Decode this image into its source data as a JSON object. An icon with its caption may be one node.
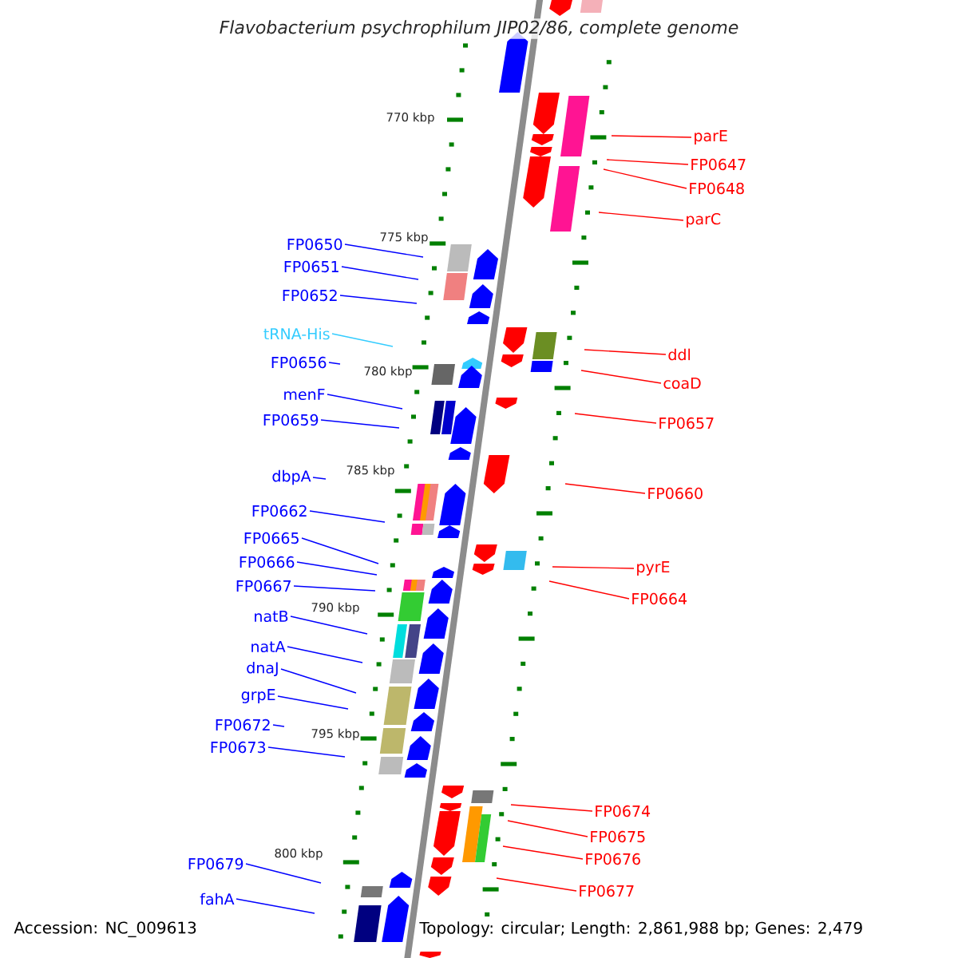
{
  "diagram": {
    "title": "Flavobacterium psychrophilum JIP02/86, complete genome",
    "nodes": [
      {
        "text": [
          "parE"
        ]
      },
      {
        "text": [
          "FP0647"
        ]
      },
      {
        "text": [
          "FP0648"
        ]
      },
      {
        "text": [
          "parC"
        ]
      },
      {
        "text": [
          "FP0650"
        ]
      },
      {
        "text": [
          "FP0651"
        ]
      },
      {
        "text": [
          "FP0652"
        ]
      },
      {
        "text": [
          "tRNA-His"
        ]
      },
      {
        "text": [
          "ddl"
        ]
      },
      {
        "text": [
          "FP0656"
        ]
      },
      {
        "text": [
          "coaD"
        ]
      },
      {
        "text": [
          "menF"
        ]
      },
      {
        "text": [
          "FP0659"
        ]
      },
      {
        "text": [
          "FP0657"
        ]
      },
      {
        "text": [
          "dbpA"
        ]
      },
      {
        "text": [
          "FP0660"
        ]
      },
      {
        "text": [
          "FP0662"
        ]
      },
      {
        "text": [
          "FP0665"
        ]
      },
      {
        "text": [
          "FP0666"
        ]
      },
      {
        "text": [
          "pyrE"
        ]
      },
      {
        "text": [
          "FP0667"
        ]
      },
      {
        "text": [
          "FP0664"
        ]
      },
      {
        "text": [
          "natB"
        ]
      },
      {
        "text": [
          "natA"
        ]
      },
      {
        "text": [
          "dnaJ"
        ]
      },
      {
        "text": [
          "grpE"
        ]
      },
      {
        "text": [
          "FP0672"
        ]
      },
      {
        "text": [
          "FP0673"
        ]
      },
      {
        "text": [
          "FP0674"
        ]
      },
      {
        "text": [
          "FP0675"
        ]
      },
      {
        "text": [
          "FP0676"
        ]
      },
      {
        "text": [
          "FP0679"
        ]
      },
      {
        "text": [
          "FP0677"
        ]
      },
      {
        "text": [
          "fahA"
        ]
      }
    ],
    "edges": [
      {
        "from": 0,
        "to": null,
        "arrow": "none",
        "color": "#ff0000"
      },
      {
        "from": 1,
        "to": null,
        "arrow": "none",
        "color": "#ff0000"
      },
      {
        "from": 2,
        "to": null,
        "arrow": "none",
        "color": "#ff0000"
      },
      {
        "from": 3,
        "to": null,
        "arrow": "none",
        "color": "#ff0000"
      },
      {
        "from": 4,
        "to": null,
        "arrow": "none"
      },
      {
        "from": 5,
        "to": null,
        "arrow": "none"
      },
      {
        "from": 6,
        "to": null,
        "arrow": "none"
      },
      {
        "from": 7,
        "to": null,
        "arrow": "none",
        "color": "#33ccff"
      },
      {
        "from": 8,
        "to": null,
        "arrow": "none",
        "color": "#ff0000"
      },
      {
        "from": 9,
        "to": null,
        "arrow": "none"
      },
      {
        "from": 10,
        "to": null,
        "arrow": "none",
        "color": "#ff0000"
      },
      {
        "from": 11,
        "to": null,
        "arrow": "none"
      },
      {
        "from": 12,
        "to": null,
        "arrow": "none"
      },
      {
        "from": 13,
        "to": null,
        "arrow": "none",
        "color": "#ff0000"
      },
      {
        "from": 14,
        "to": null,
        "arrow": "none"
      },
      {
        "from": 15,
        "to": null,
        "arrow": "none",
        "color": "#ff0000"
      },
      {
        "from": 16,
        "to": null,
        "arrow": "none"
      },
      {
        "from": 17,
        "to": null,
        "arrow": "none"
      },
      {
        "from": 18,
        "to": null,
        "arrow": "none"
      },
      {
        "from": 19,
        "to": null,
        "arrow": "none",
        "color": "#ff0000"
      },
      {
        "from": 20,
        "to": null,
        "arrow": "none"
      },
      {
        "from": 21,
        "to": null,
        "arrow": "none",
        "color": "#ff0000"
      },
      {
        "from": 22,
        "to": null,
        "arrow": "none"
      },
      {
        "from": 23,
        "to": null,
        "arrow": "none"
      },
      {
        "from": 24,
        "to": null,
        "arrow": "none"
      },
      {
        "from": 25,
        "to": null,
        "arrow": "none"
      },
      {
        "from": 26,
        "to": null,
        "arrow": "none"
      },
      {
        "from": 27,
        "to": null,
        "arrow": "none"
      },
      {
        "from": 28,
        "to": null,
        "arrow": "none",
        "color": "#ff0000"
      },
      {
        "from": 29,
        "to": null,
        "arrow": "none",
        "color": "#ff0000"
      },
      {
        "from": 30,
        "to": null,
        "arrow": "none",
        "color": "#ff0000"
      },
      {
        "from": 31,
        "to": null,
        "arrow": "none"
      },
      {
        "from": 32,
        "to": null,
        "arrow": "none",
        "color": "#ff0000"
      },
      {
        "from": 33,
        "to": null,
        "arrow": "none"
      }
    ],
    "labels": [
      "770 kbp",
      "775 kbp",
      "780 kbp",
      "785 kbp",
      "790 kbp",
      "795 kbp",
      "800 kbp",
      "Accession: NC_009613",
      "Topology: circular; Length: 2,861,988 bp; Genes: 2,479"
    ]
  }
}
